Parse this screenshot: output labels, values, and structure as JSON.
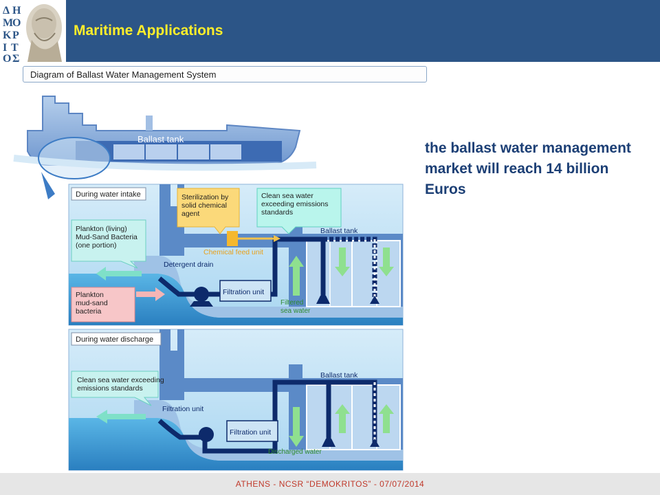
{
  "header": {
    "title": "Maritime Applications",
    "logo_letters": [
      "Δ",
      "Η",
      "Μ",
      "Ο",
      "Κ",
      "Ρ",
      "Ι",
      "Τ",
      "Ο",
      "Σ"
    ]
  },
  "diagram": {
    "caption": "Diagram of Ballast Water Management System",
    "ship_label": "Ballast tank",
    "intake": {
      "panel_label": "During water intake",
      "sterilization": "Sterilization by\nsolid chemical\nagent",
      "clean_water": "Clean sea water\nexceeding emissions\nstandards",
      "plankton_living": "Plankton (living)\nMud-Sand Bacteria\n(one portion)",
      "chemical_feed": "Chemical feed unit",
      "ballast_tank": "Ballast tank",
      "detergent_drain": "Detergent drain",
      "filtration_unit": "Filtration unit",
      "plankton": "Plankton\nmud-sand\nbacteria",
      "filtered": "Filtered\nsea water"
    },
    "discharge": {
      "panel_label": "During water discharge",
      "ballast_tank": "Ballast tank",
      "clean_water": "Clean sea water exceeding\nemissions standards",
      "filtration_label": "Filtration unit",
      "filtration_unit": "Filtration unit",
      "discharged": "Discharged water"
    }
  },
  "statement": "the ballast water management market will reach 14 billion Euros",
  "footer": "ATHENS  - NCSR “DEMOKRITOS” - 07/07/2014",
  "colors": {
    "header": "#2c5587",
    "title": "#ffee2a",
    "pipe": "#0d2a6b",
    "arrow_green": "#8fe08f",
    "statement": "#1c3f75",
    "footer_text": "#c0392b"
  }
}
